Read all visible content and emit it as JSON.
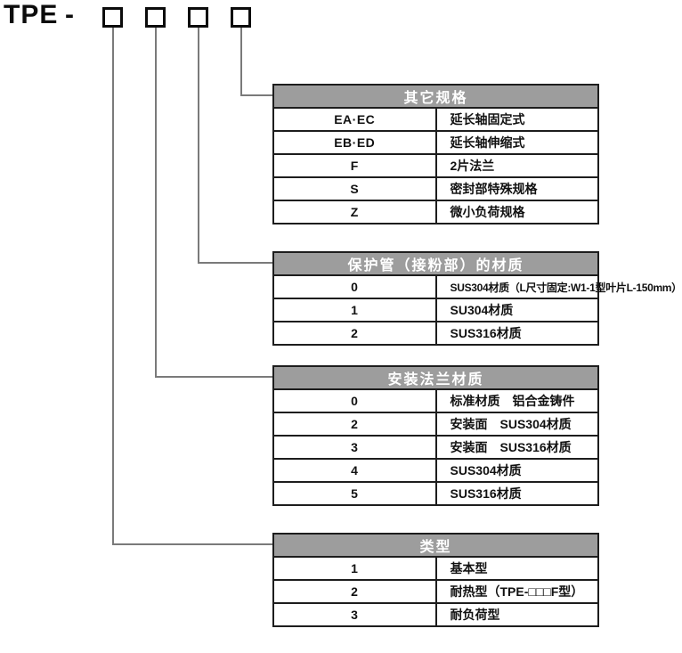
{
  "model": {
    "prefix": "TPE",
    "separator": "-",
    "digit_box_count": 4
  },
  "colors": {
    "header_bg": "#9d9d9d",
    "header_text": "#ffffff",
    "table_border": "#1d1d1d",
    "connector": "#7a7a7a",
    "text": "#111111"
  },
  "tables": [
    {
      "id": "other-specs",
      "title": "其它规格",
      "rows": [
        {
          "code": "EA·EC",
          "desc": "延长轴固定式"
        },
        {
          "code": "EB·ED",
          "desc": "延长轴伸缩式"
        },
        {
          "code": "F",
          "desc": "2片法兰"
        },
        {
          "code": "S",
          "desc": "密封部特殊规格"
        },
        {
          "code": "Z",
          "desc": "微小负荷规格"
        }
      ]
    },
    {
      "id": "protection-tube-material",
      "title": "保护管（接粉部）的材质",
      "rows": [
        {
          "code": "0",
          "desc": "SUS304材质（L尺寸固定:W1-1型叶片L-150mm）"
        },
        {
          "code": "1",
          "desc": "SU304材质"
        },
        {
          "code": "2",
          "desc": "SUS316材质"
        }
      ]
    },
    {
      "id": "mounting-flange-material",
      "title": "安装法兰材质",
      "rows": [
        {
          "code": "0",
          "desc": "标准材质　铝合金铸件"
        },
        {
          "code": "2",
          "desc": "安装面　SUS304材质"
        },
        {
          "code": "3",
          "desc": "安装面　SUS316材质"
        },
        {
          "code": "4",
          "desc": "SUS304材质"
        },
        {
          "code": "5",
          "desc": "SUS316材质"
        }
      ]
    },
    {
      "id": "type",
      "title": "类型",
      "rows": [
        {
          "code": "1",
          "desc": "基本型"
        },
        {
          "code": "2",
          "desc": "耐热型（TPE-□□□F型）"
        },
        {
          "code": "3",
          "desc": "耐负荷型"
        }
      ]
    }
  ]
}
